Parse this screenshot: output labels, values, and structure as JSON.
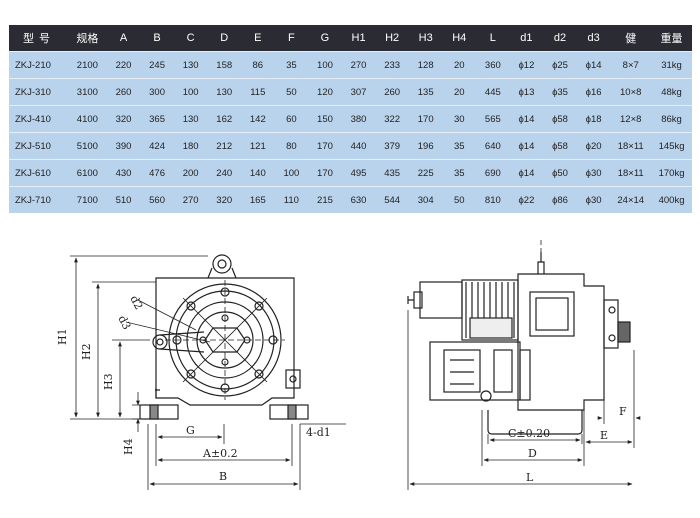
{
  "table": {
    "headers": [
      "型 号",
      "规格",
      "A",
      "B",
      "C",
      "D",
      "E",
      "F",
      "G",
      "H1",
      "H2",
      "H3",
      "H4",
      "L",
      "d1",
      "d2",
      "d3",
      "健",
      "重量"
    ],
    "rows": [
      [
        "ZKJ-210",
        "2100",
        "220",
        "245",
        "130",
        "158",
        "86",
        "35",
        "100",
        "270",
        "233",
        "128",
        "20",
        "360",
        "ϕ12",
        "ϕ25",
        "ϕ14",
        "8×7",
        "31kg"
      ],
      [
        "ZKJ-310",
        "3100",
        "260",
        "300",
        "100",
        "130",
        "115",
        "50",
        "120",
        "307",
        "260",
        "135",
        "20",
        "445",
        "ϕ13",
        "ϕ35",
        "ϕ16",
        "10×8",
        "48kg"
      ],
      [
        "ZKJ-410",
        "4100",
        "320",
        "365",
        "130",
        "162",
        "142",
        "60",
        "150",
        "380",
        "322",
        "170",
        "30",
        "565",
        "ϕ14",
        "ϕ58",
        "ϕ18",
        "12×8",
        "86kg"
      ],
      [
        "ZKJ-510",
        "5100",
        "390",
        "424",
        "180",
        "212",
        "121",
        "80",
        "170",
        "440",
        "379",
        "196",
        "35",
        "640",
        "ϕ14",
        "ϕ58",
        "ϕ20",
        "18×11",
        "145kg"
      ],
      [
        "ZKJ-610",
        "6100",
        "430",
        "476",
        "200",
        "240",
        "140",
        "100",
        "170",
        "495",
        "435",
        "225",
        "35",
        "690",
        "ϕ14",
        "ϕ50",
        "ϕ30",
        "18×11",
        "170kg"
      ],
      [
        "ZKJ-710",
        "7100",
        "510",
        "560",
        "270",
        "320",
        "165",
        "110",
        "215",
        "630",
        "544",
        "304",
        "50",
        "810",
        "ϕ22",
        "ϕ86",
        "ϕ30",
        "24×14",
        "400kg"
      ]
    ]
  },
  "front_view": {
    "labels": {
      "H1": "H1",
      "H2": "H2",
      "H3": "H3",
      "H4": "H4",
      "G": "G",
      "A": "A±0.2",
      "B": "B",
      "d1": "4-d1",
      "d2": "d2",
      "d3": "d3"
    }
  },
  "side_view": {
    "labels": {
      "C": "C±0.20",
      "D": "D",
      "E": "E",
      "F": "F",
      "L": "L"
    }
  }
}
